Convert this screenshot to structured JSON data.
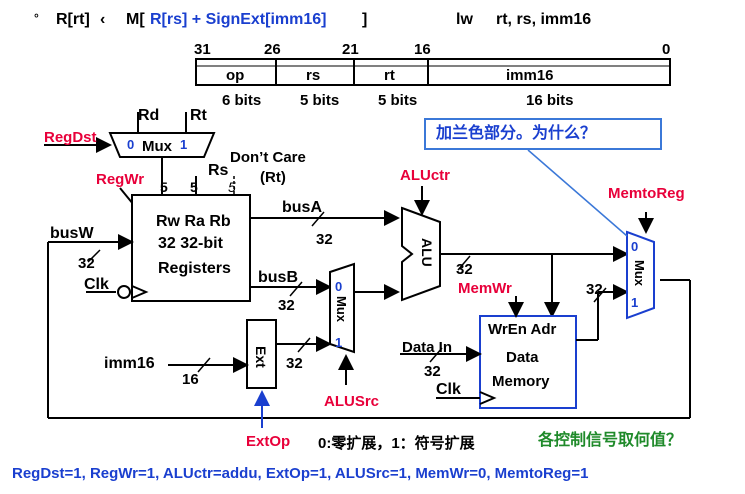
{
  "header": {
    "bullet": "°",
    "rt_expr": "R[rt]",
    "arrow": "‹",
    "mem_expr_pre": "M[",
    "mem_expr_mid": "R[rs] + SignExt[imm16]",
    "mem_expr_post": "]",
    "instr_name": "lw",
    "instr_args": "rt, rs, imm16"
  },
  "format": {
    "bit_positions": [
      "31",
      "26",
      "21",
      "16",
      "0"
    ],
    "fields": [
      "op",
      "rs",
      "rt",
      "imm16"
    ],
    "widths": [
      "6 bits",
      "5 bits",
      "5 bits",
      "16 bits"
    ]
  },
  "callout": "加兰色部分。为什么？",
  "mux_rd": {
    "rd": "Rd",
    "rt": "Rt",
    "in0": "0",
    "in1": "1",
    "label": "Mux"
  },
  "signals": {
    "regdst": "RegDst",
    "regwr": "RegWr",
    "aluctr": "ALUctr",
    "memtoreg": "MemtoReg",
    "memwr": "MemWr",
    "alusrc": "ALUSrc",
    "extop": "ExtOp"
  },
  "rs_label": "Rs",
  "dont_care": "Don’t Care",
  "dont_care_rt": "(Rt)",
  "five": "5",
  "five_slash": "5",
  "regfile": {
    "ports": "Rw  Ra  Rb",
    "line2": "32 32-bit",
    "line3": "Registers"
  },
  "buses": {
    "busW": "busW",
    "busA": "busA",
    "busB": "busB",
    "w32": "32"
  },
  "clk": "Clk",
  "imm16": "imm16",
  "ext": "Ext",
  "sixteen": "16",
  "alu": "ALU",
  "mux_alusrc": {
    "label": "Mux",
    "in0": "0",
    "in1": "1"
  },
  "mux_mem": {
    "label": "Mux",
    "in0": "0",
    "in1": "1"
  },
  "datamem": {
    "ports": "WrEn  Adr",
    "line2": "Data",
    "line3": "Memory",
    "data_in": "Data In",
    "clk": "Clk"
  },
  "ext_note": "0:零扩展，1：符号扩展",
  "question": "各控制信号取何值？",
  "answer": "RegDst=1, RegWr=1, ALUctr=addu, ExtOp=1, ALUSrc=1, MemWr=0, MemtoReg=1",
  "colors": {
    "red": "#e8003a",
    "blue": "#1a3fcf",
    "green": "#1f8a2a",
    "callout_border": "#3b78d8"
  }
}
